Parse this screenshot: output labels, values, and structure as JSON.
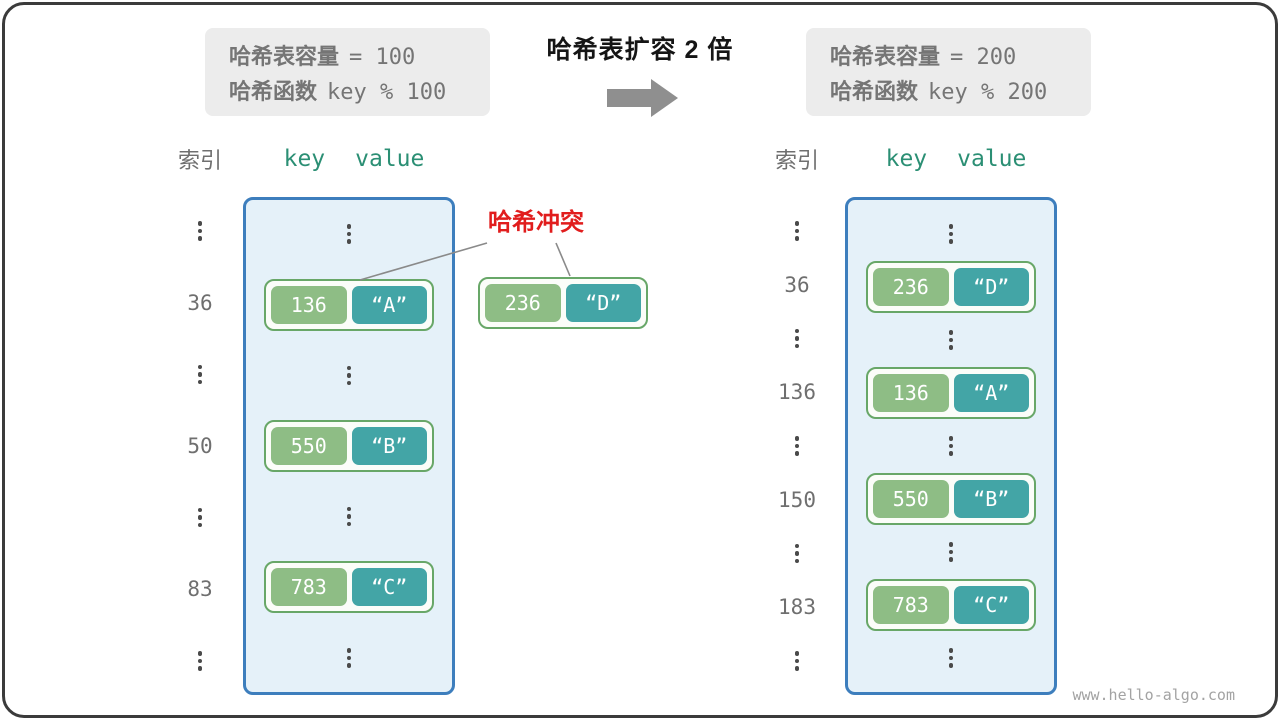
{
  "header": {
    "before_box": {
      "lines": [
        {
          "label": "哈希表容量",
          "code": "= 100"
        },
        {
          "label": "哈希函数",
          "code": "key % 100"
        }
      ]
    },
    "title": "哈希表扩容 2 倍",
    "after_box": {
      "lines": [
        {
          "label": "哈希表容量",
          "code": "= 200"
        },
        {
          "label": "哈希函数",
          "code": "key % 200"
        }
      ]
    }
  },
  "collision": {
    "label": "哈希冲突",
    "pill": {
      "key": "236",
      "value": "“D”"
    }
  },
  "tables": {
    "before": {
      "index_header": "索引",
      "kv_header": {
        "key": "key",
        "value": "value"
      },
      "rows": [
        {
          "type": "dots"
        },
        {
          "type": "pair",
          "index": "36",
          "key": "136",
          "value": "“A”"
        },
        {
          "type": "dots"
        },
        {
          "type": "pair",
          "index": "50",
          "key": "550",
          "value": "“B”"
        },
        {
          "type": "dots"
        },
        {
          "type": "pair",
          "index": "83",
          "key": "783",
          "value": "“C”"
        },
        {
          "type": "dots"
        }
      ]
    },
    "after": {
      "index_header": "索引",
      "kv_header": {
        "key": "key",
        "value": "value"
      },
      "rows": [
        {
          "type": "dots"
        },
        {
          "type": "pair",
          "index": "36",
          "key": "236",
          "value": "“D”"
        },
        {
          "type": "dots"
        },
        {
          "type": "pair",
          "index": "136",
          "key": "136",
          "value": "“A”"
        },
        {
          "type": "dots"
        },
        {
          "type": "pair",
          "index": "150",
          "key": "550",
          "value": "“B”"
        },
        {
          "type": "dots"
        },
        {
          "type": "pair",
          "index": "183",
          "key": "783",
          "value": "“C”"
        },
        {
          "type": "dots"
        }
      ]
    }
  },
  "watermark": "www.hello-algo.com",
  "colors": {
    "key_bg": "#8ebd85",
    "value_bg": "#43a5a6",
    "pill_border": "#68a768",
    "box_bg": "#e5f1f9",
    "box_border": "#3d7ebd",
    "collision_red": "#e11d1d",
    "kv_header_teal": "#2b8f74"
  }
}
